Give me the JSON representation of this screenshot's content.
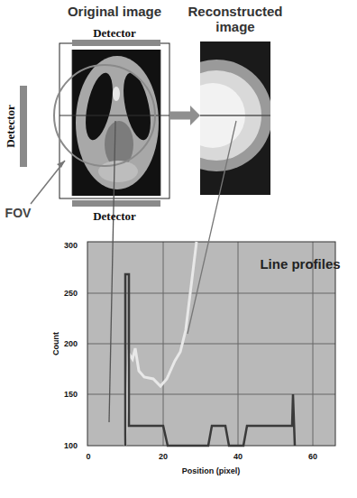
{
  "diagram": {
    "nodes": [
      {
        "text": [
          "Original image"
        ]
      },
      {
        "text": [
          "Reconstructed image"
        ]
      }
    ],
    "edges": [
      {
        "from": 0,
        "to": 1,
        "arrow": "to"
      }
    ],
    "labels": [
      "Detector",
      "Detector",
      "Detector",
      "FOV",
      "Line profiles",
      "300",
      "250",
      "200",
      "150",
      "100",
      "0",
      "20",
      "40",
      "60",
      "Count",
      "Position (pixel)"
    ]
  }
}
